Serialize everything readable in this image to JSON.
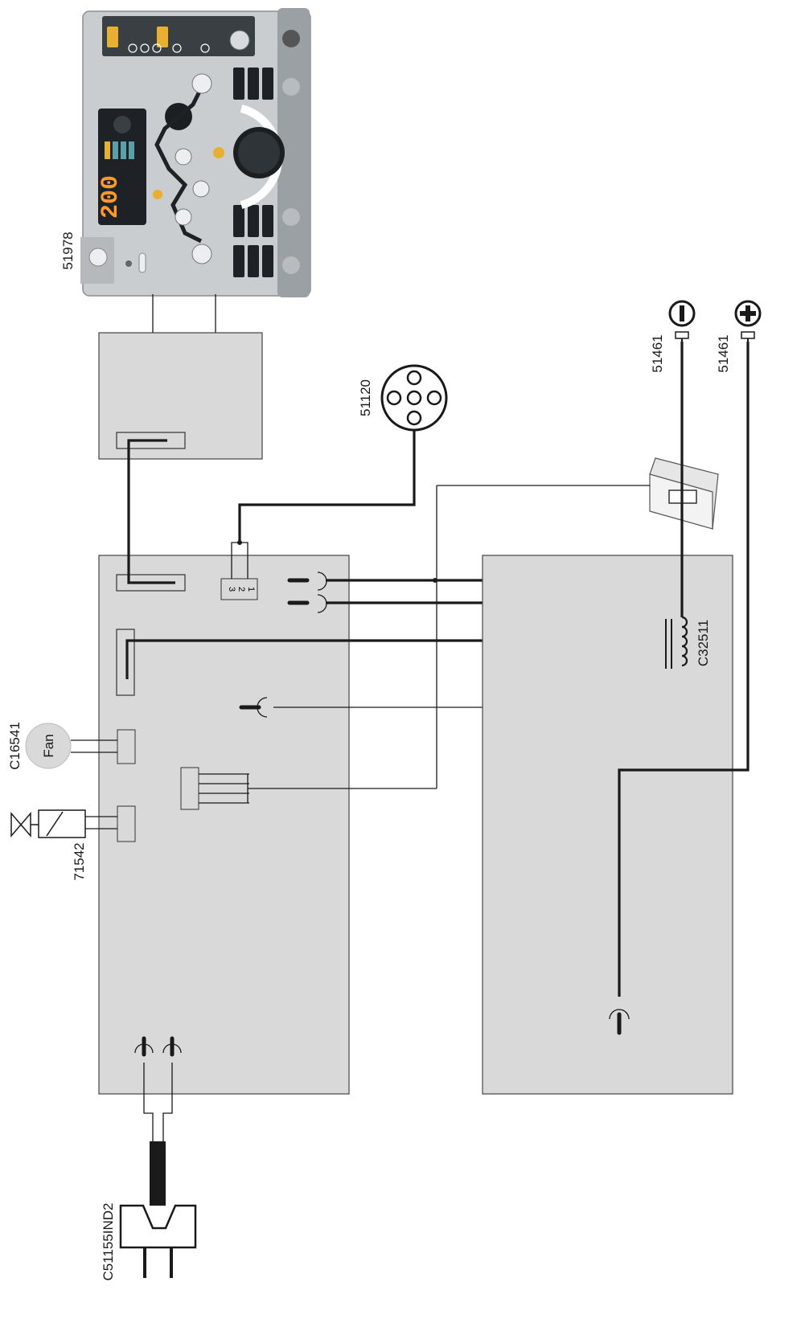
{
  "labels": {
    "control_panel": "51978",
    "gas_socket": "51120",
    "terminal_negative": "51461",
    "terminal_positive": "51461",
    "fan_code": "C16541",
    "fan_text": "Fan",
    "valve_code": "71542",
    "transformer": "C32511",
    "power_plug": "C51155IND2"
  },
  "symbols": {
    "negative": "minus-sign",
    "positive": "plus-sign"
  },
  "connector_pins": [
    "3",
    "2",
    "1"
  ],
  "panel": {
    "display_value": "200",
    "colors": {
      "panel": "#c9cdd0",
      "dark": "#2b2f33",
      "display": "#ff9a2a",
      "accent": "#e8b030"
    }
  }
}
